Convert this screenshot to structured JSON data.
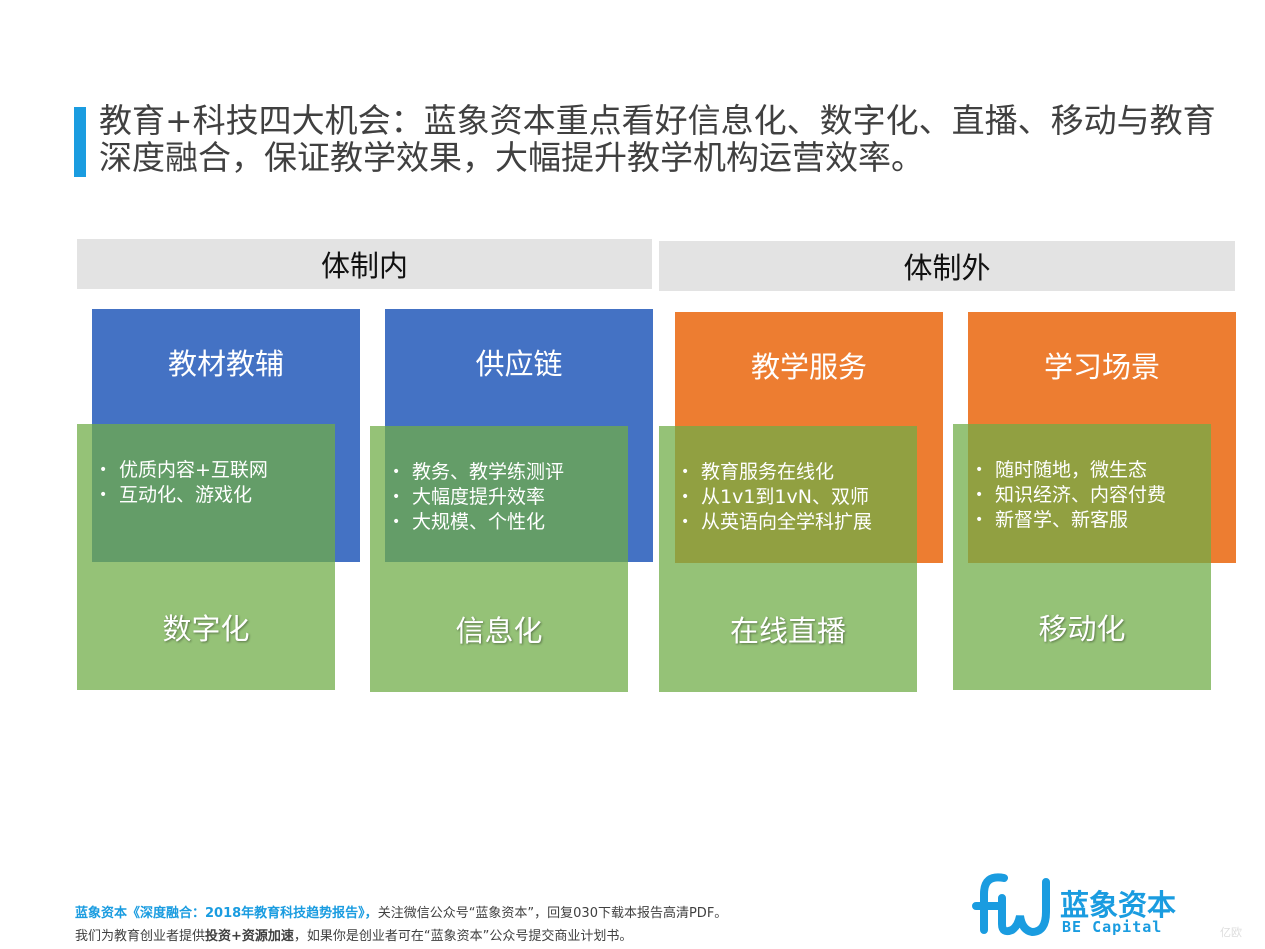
{
  "title": "教育+科技四大机会：蓝象资本重点看好信息化、数字化、直播、移动与教育深度融合，保证教学效果，大幅提升教学机构运营效率。",
  "bands": {
    "inside": "体制内",
    "outside": "体制外"
  },
  "columns": [
    {
      "top": "教材教辅",
      "bottom": "数字化",
      "bullets": [
        "优质内容+互联网",
        "互动化、游戏化"
      ]
    },
    {
      "top": "供应链",
      "bottom": "信息化",
      "bullets": [
        "教务、教学练测评",
        "大幅度提升效率",
        "大规模、个性化"
      ]
    },
    {
      "top": "教学服务",
      "bottom": "在线直播",
      "bullets": [
        "教育服务在线化",
        "从1v1到1vN、双师",
        "从英语向全学科扩展"
      ]
    },
    {
      "top": "学习场景",
      "bottom": "移动化",
      "bullets": [
        "随时随地，微生态",
        "知识经济、内容付费",
        "新督学、新客服"
      ]
    }
  ],
  "footer": {
    "line1_highlight": "蓝象资本《深度融合：2018年教育科技趋势报告》，",
    "line1_rest": "关注微信公众号“蓝象资本”，回复030下载本报告高清PDF。",
    "line2_a": "我们为教育创业者提供",
    "line2_bold": "投资+资源加速",
    "line2_b": "，如果你是创业者可在“蓝象资本”公众号提交商业计划书。"
  },
  "logo": {
    "cn": "蓝象资本",
    "en": "BE Capital",
    "watermark": "亿欧"
  },
  "colors": {
    "blue": "#4472c4",
    "orange": "#ed7d31",
    "green": "#70ad47",
    "accent": "#1a9ce0"
  }
}
